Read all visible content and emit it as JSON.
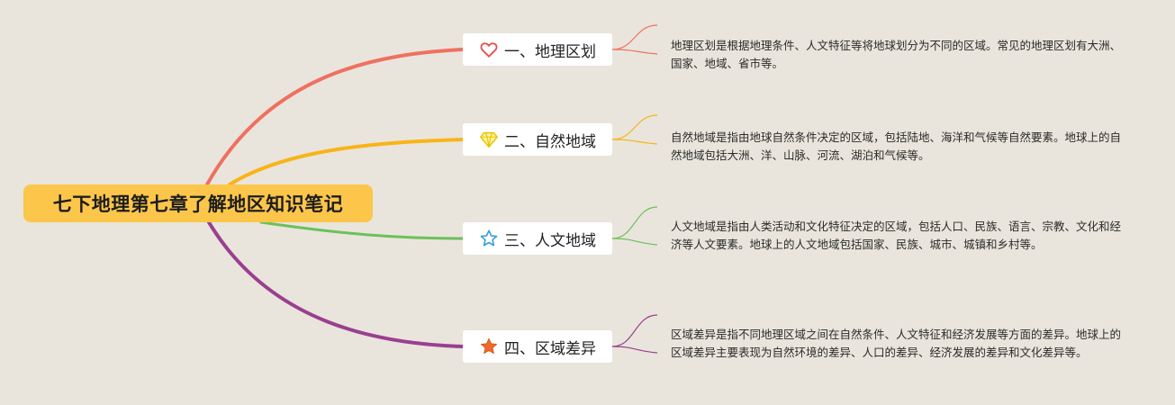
{
  "root": {
    "title": "七下地理第七章了解地区知识笔记"
  },
  "branches": [
    {
      "label": "一、地理区划",
      "icon": "heart-icon",
      "color": "#f07060",
      "description": "地理区划是根据地理条件、人文特征等将地球划分为不同的区域。常见的地理区划有大洲、国家、地域、省市等。"
    },
    {
      "label": "二、自然地域",
      "icon": "diamond-icon",
      "color": "#f8b418",
      "description": "自然地域是指由地球自然条件决定的区域，包括陆地、海洋和气候等自然要素。地球上的自然地域包括大洲、洋、山脉、河流、湖泊和气候等。"
    },
    {
      "label": "三、人文地域",
      "icon": "star-outline-icon",
      "color": "#6cc05a",
      "description": "人文地域是指由人类活动和文化特征决定的区域，包括人口、民族、语言、宗教、文化和经济等人文要素。地球上的人文地域包括国家、民族、城市、城镇和乡村等。"
    },
    {
      "label": "四、区域差异",
      "icon": "star-filled-icon",
      "color": "#9a3f8f",
      "description": "区域差异是指不同地理区域之间在自然条件、人文特征和经济发展等方面的差异。地球上的区域差异主要表现为自然环境的差异、人口的差异、经济发展的差异和文化差异等。"
    }
  ]
}
